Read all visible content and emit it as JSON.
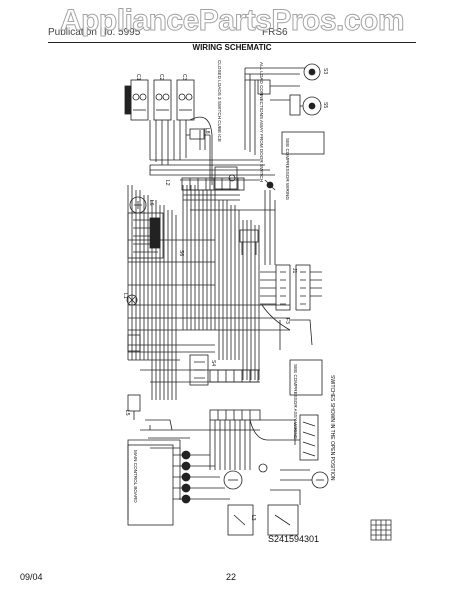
{
  "watermark": "AppliancePartsPros.com",
  "header": {
    "left_text": "Publication No. 5995",
    "right_text": "FRS6",
    "title": "WIRING SCHEMATIC"
  },
  "labels": {
    "c1": "C1",
    "c2": "C2",
    "c3": "C3",
    "s3": "S3",
    "s5": "S5",
    "l2": "L2",
    "l8": "L8",
    "l6": "L6",
    "l1": "L1",
    "s6": "S6",
    "f3": "F3",
    "l5": "L5",
    "s4": "S4",
    "j1": "J1",
    "l3": "L3",
    "see_compressor_top": "SEE COMPRESSOR WIRING",
    "see_compressor_bottom": "SEE COMPRESSOR ASSY WIRING",
    "note_top": "ALL LOAD CONNECTIONS AWAY FROM DOOR SWITCH",
    "note_switch": "CLOSED LOADS 3 SWITCH CUBE ICE",
    "note_bottom": "SWITCHES SHOWN IN THE OPEN POSITION",
    "board_label": "MAIN CONTROL BOARD",
    "schematic_code": "S241594301"
  },
  "footer": {
    "date": "09/04",
    "page": "22"
  }
}
